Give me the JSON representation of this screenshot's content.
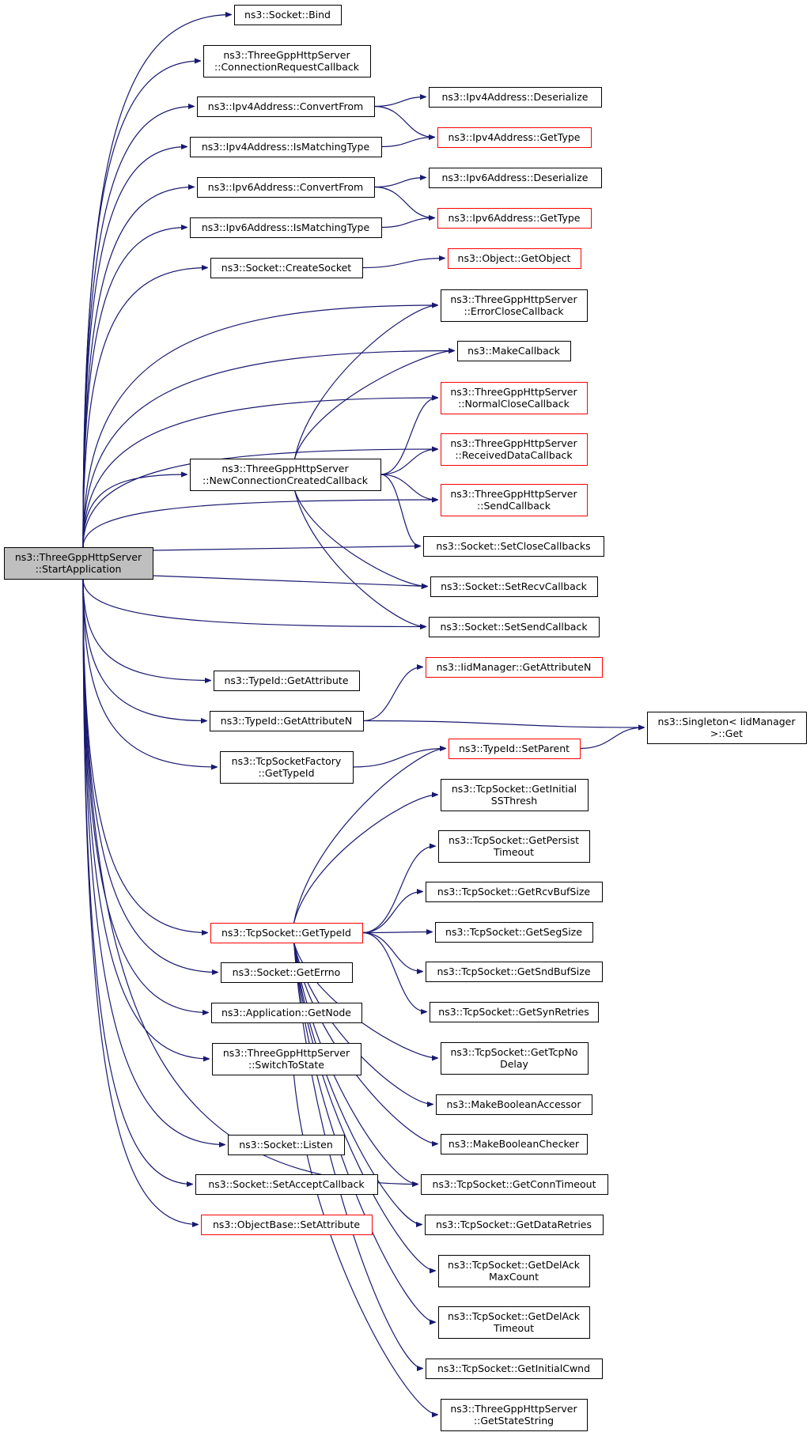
{
  "diagram": {
    "edge_color": "#191970",
    "root_fill": "#bfbfbf",
    "external_border_color": "#ff0000",
    "nodes": [
      {
        "id": "root",
        "lines": [
          "ns3::ThreeGppHttpServer",
          "::StartApplication"
        ],
        "style": "root"
      },
      {
        "id": "socket_bind",
        "lines": [
          "ns3::Socket::Bind"
        ],
        "style": "normal"
      },
      {
        "id": "conn_req_cb",
        "lines": [
          "ns3::ThreeGppHttpServer",
          "::ConnectionRequestCallback"
        ],
        "style": "normal"
      },
      {
        "id": "ipv4_convert",
        "lines": [
          "ns3::Ipv4Address::ConvertFrom"
        ],
        "style": "normal"
      },
      {
        "id": "ipv4_match",
        "lines": [
          "ns3::Ipv4Address::IsMatchingType"
        ],
        "style": "normal"
      },
      {
        "id": "ipv6_convert",
        "lines": [
          "ns3::Ipv6Address::ConvertFrom"
        ],
        "style": "normal"
      },
      {
        "id": "ipv6_match",
        "lines": [
          "ns3::Ipv6Address::IsMatchingType"
        ],
        "style": "normal"
      },
      {
        "id": "create_socket",
        "lines": [
          "ns3::Socket::CreateSocket"
        ],
        "style": "normal"
      },
      {
        "id": "new_conn_cb",
        "lines": [
          "ns3::ThreeGppHttpServer",
          "::NewConnectionCreatedCallback"
        ],
        "style": "normal"
      },
      {
        "id": "typeid_getattr",
        "lines": [
          "ns3::TypeId::GetAttribute"
        ],
        "style": "normal"
      },
      {
        "id": "typeid_getattrn",
        "lines": [
          "ns3::TypeId::GetAttributeN"
        ],
        "style": "normal"
      },
      {
        "id": "tcpfactory_typeid",
        "lines": [
          "ns3::TcpSocketFactory",
          "::GetTypeId"
        ],
        "style": "normal"
      },
      {
        "id": "tcpsocket_typeid",
        "lines": [
          "ns3::TcpSocket::GetTypeId"
        ],
        "style": "red"
      },
      {
        "id": "socket_errno",
        "lines": [
          "ns3::Socket::GetErrno"
        ],
        "style": "normal"
      },
      {
        "id": "app_getnode",
        "lines": [
          "ns3::Application::GetNode"
        ],
        "style": "normal"
      },
      {
        "id": "switch_state",
        "lines": [
          "ns3::ThreeGppHttpServer",
          "::SwitchToState"
        ],
        "style": "normal"
      },
      {
        "id": "socket_listen",
        "lines": [
          "ns3::Socket::Listen"
        ],
        "style": "normal"
      },
      {
        "id": "set_accept_cb",
        "lines": [
          "ns3::Socket::SetAcceptCallback"
        ],
        "style": "normal"
      },
      {
        "id": "objbase_setattr",
        "lines": [
          "ns3::ObjectBase::SetAttribute"
        ],
        "style": "red"
      },
      {
        "id": "ipv4_deser",
        "lines": [
          "ns3::Ipv4Address::Deserialize"
        ],
        "style": "normal"
      },
      {
        "id": "ipv4_gettype",
        "lines": [
          "ns3::Ipv4Address::GetType"
        ],
        "style": "red"
      },
      {
        "id": "ipv6_deser",
        "lines": [
          "ns3::Ipv6Address::Deserialize"
        ],
        "style": "normal"
      },
      {
        "id": "ipv6_gettype",
        "lines": [
          "ns3::Ipv6Address::GetType"
        ],
        "style": "red"
      },
      {
        "id": "object_getobject",
        "lines": [
          "ns3::Object::GetObject"
        ],
        "style": "red"
      },
      {
        "id": "error_close_cb",
        "lines": [
          "ns3::ThreeGppHttpServer",
          "::ErrorCloseCallback"
        ],
        "style": "normal"
      },
      {
        "id": "make_callback",
        "lines": [
          "ns3::MakeCallback"
        ],
        "style": "normal"
      },
      {
        "id": "normal_close_cb",
        "lines": [
          "ns3::ThreeGppHttpServer",
          "::NormalCloseCallback"
        ],
        "style": "red"
      },
      {
        "id": "received_data_cb",
        "lines": [
          "ns3::ThreeGppHttpServer",
          "::ReceivedDataCallback"
        ],
        "style": "red"
      },
      {
        "id": "send_cb",
        "lines": [
          "ns3::ThreeGppHttpServer",
          "::SendCallback"
        ],
        "style": "red"
      },
      {
        "id": "set_close_cbs",
        "lines": [
          "ns3::Socket::SetCloseCallbacks"
        ],
        "style": "normal"
      },
      {
        "id": "set_recv_cb",
        "lines": [
          "ns3::Socket::SetRecvCallback"
        ],
        "style": "normal"
      },
      {
        "id": "set_send_cb",
        "lines": [
          "ns3::Socket::SetSendCallback"
        ],
        "style": "normal"
      },
      {
        "id": "iid_getattrn",
        "lines": [
          "ns3::IidManager::GetAttributeN"
        ],
        "style": "red"
      },
      {
        "id": "singleton_get",
        "lines": [
          "ns3::Singleton< IidManager",
          ">::Get"
        ],
        "style": "normal"
      },
      {
        "id": "typeid_setparent",
        "lines": [
          "ns3::TypeId::SetParent"
        ],
        "style": "red"
      },
      {
        "id": "tcp_initssthresh",
        "lines": [
          "ns3::TcpSocket::GetInitial",
          "SSThresh"
        ],
        "style": "normal"
      },
      {
        "id": "tcp_persist",
        "lines": [
          "ns3::TcpSocket::GetPersist",
          "Timeout"
        ],
        "style": "normal"
      },
      {
        "id": "tcp_rcvbuf",
        "lines": [
          "ns3::TcpSocket::GetRcvBufSize"
        ],
        "style": "normal"
      },
      {
        "id": "tcp_segsize",
        "lines": [
          "ns3::TcpSocket::GetSegSize"
        ],
        "style": "normal"
      },
      {
        "id": "tcp_sndbuf",
        "lines": [
          "ns3::TcpSocket::GetSndBufSize"
        ],
        "style": "normal"
      },
      {
        "id": "tcp_synretries",
        "lines": [
          "ns3::TcpSocket::GetSynRetries"
        ],
        "style": "normal"
      },
      {
        "id": "tcp_nodelay",
        "lines": [
          "ns3::TcpSocket::GetTcpNo",
          "Delay"
        ],
        "style": "normal"
      },
      {
        "id": "make_bool_accessor",
        "lines": [
          "ns3::MakeBooleanAccessor"
        ],
        "style": "normal"
      },
      {
        "id": "make_bool_checker",
        "lines": [
          "ns3::MakeBooleanChecker"
        ],
        "style": "normal"
      },
      {
        "id": "tcp_conntimeout",
        "lines": [
          "ns3::TcpSocket::GetConnTimeout"
        ],
        "style": "normal"
      },
      {
        "id": "tcp_dataretries",
        "lines": [
          "ns3::TcpSocket::GetDataRetries"
        ],
        "style": "normal"
      },
      {
        "id": "tcp_delackmax",
        "lines": [
          "ns3::TcpSocket::GetDelAck",
          "MaxCount"
        ],
        "style": "normal"
      },
      {
        "id": "tcp_delacktimeout",
        "lines": [
          "ns3::TcpSocket::GetDelAck",
          "Timeout"
        ],
        "style": "normal"
      },
      {
        "id": "tcp_initcwnd",
        "lines": [
          "ns3::TcpSocket::GetInitialCwnd"
        ],
        "style": "normal"
      },
      {
        "id": "get_state_string",
        "lines": [
          "ns3::ThreeGppHttpServer",
          "::GetStateString"
        ],
        "style": "normal"
      }
    ],
    "edges": [
      [
        "root",
        "socket_bind"
      ],
      [
        "root",
        "conn_req_cb"
      ],
      [
        "root",
        "ipv4_convert"
      ],
      [
        "root",
        "ipv4_match"
      ],
      [
        "root",
        "ipv6_convert"
      ],
      [
        "root",
        "ipv6_match"
      ],
      [
        "root",
        "create_socket"
      ],
      [
        "root",
        "error_close_cb"
      ],
      [
        "root",
        "make_callback"
      ],
      [
        "root",
        "normal_close_cb"
      ],
      [
        "root",
        "received_data_cb"
      ],
      [
        "root",
        "new_conn_cb"
      ],
      [
        "root",
        "send_cb"
      ],
      [
        "root",
        "set_close_cbs"
      ],
      [
        "root",
        "set_recv_cb"
      ],
      [
        "root",
        "set_send_cb"
      ],
      [
        "root",
        "typeid_getattr"
      ],
      [
        "root",
        "typeid_getattrn"
      ],
      [
        "root",
        "tcpfactory_typeid"
      ],
      [
        "root",
        "tcpsocket_typeid"
      ],
      [
        "root",
        "socket_errno"
      ],
      [
        "root",
        "app_getnode"
      ],
      [
        "root",
        "switch_state"
      ],
      [
        "root",
        "tcp_conntimeout"
      ],
      [
        "root",
        "socket_listen"
      ],
      [
        "root",
        "set_accept_cb"
      ],
      [
        "root",
        "objbase_setattr"
      ],
      [
        "ipv4_convert",
        "ipv4_deser"
      ],
      [
        "ipv4_convert",
        "ipv4_gettype"
      ],
      [
        "ipv4_match",
        "ipv4_gettype"
      ],
      [
        "ipv6_convert",
        "ipv6_deser"
      ],
      [
        "ipv6_convert",
        "ipv6_gettype"
      ],
      [
        "ipv6_match",
        "ipv6_gettype"
      ],
      [
        "create_socket",
        "object_getobject"
      ],
      [
        "new_conn_cb",
        "error_close_cb"
      ],
      [
        "new_conn_cb",
        "make_callback"
      ],
      [
        "new_conn_cb",
        "normal_close_cb"
      ],
      [
        "new_conn_cb",
        "received_data_cb"
      ],
      [
        "new_conn_cb",
        "send_cb"
      ],
      [
        "new_conn_cb",
        "set_close_cbs"
      ],
      [
        "new_conn_cb",
        "set_recv_cb"
      ],
      [
        "new_conn_cb",
        "set_send_cb"
      ],
      [
        "typeid_getattrn",
        "iid_getattrn"
      ],
      [
        "typeid_getattrn",
        "singleton_get"
      ],
      [
        "tcpfactory_typeid",
        "typeid_setparent"
      ],
      [
        "typeid_setparent",
        "singleton_get"
      ],
      [
        "tcpsocket_typeid",
        "typeid_setparent"
      ],
      [
        "tcpsocket_typeid",
        "tcp_initssthresh"
      ],
      [
        "tcpsocket_typeid",
        "tcp_persist"
      ],
      [
        "tcpsocket_typeid",
        "tcp_rcvbuf"
      ],
      [
        "tcpsocket_typeid",
        "tcp_segsize"
      ],
      [
        "tcpsocket_typeid",
        "tcp_sndbuf"
      ],
      [
        "tcpsocket_typeid",
        "tcp_synretries"
      ],
      [
        "tcpsocket_typeid",
        "tcp_nodelay"
      ],
      [
        "tcpsocket_typeid",
        "make_bool_accessor"
      ],
      [
        "tcpsocket_typeid",
        "make_bool_checker"
      ],
      [
        "tcpsocket_typeid",
        "tcp_conntimeout"
      ],
      [
        "tcpsocket_typeid",
        "tcp_dataretries"
      ],
      [
        "tcpsocket_typeid",
        "tcp_delackmax"
      ],
      [
        "tcpsocket_typeid",
        "tcp_delacktimeout"
      ],
      [
        "tcpsocket_typeid",
        "tcp_initcwnd"
      ],
      [
        "switch_state",
        "get_state_string"
      ]
    ]
  }
}
